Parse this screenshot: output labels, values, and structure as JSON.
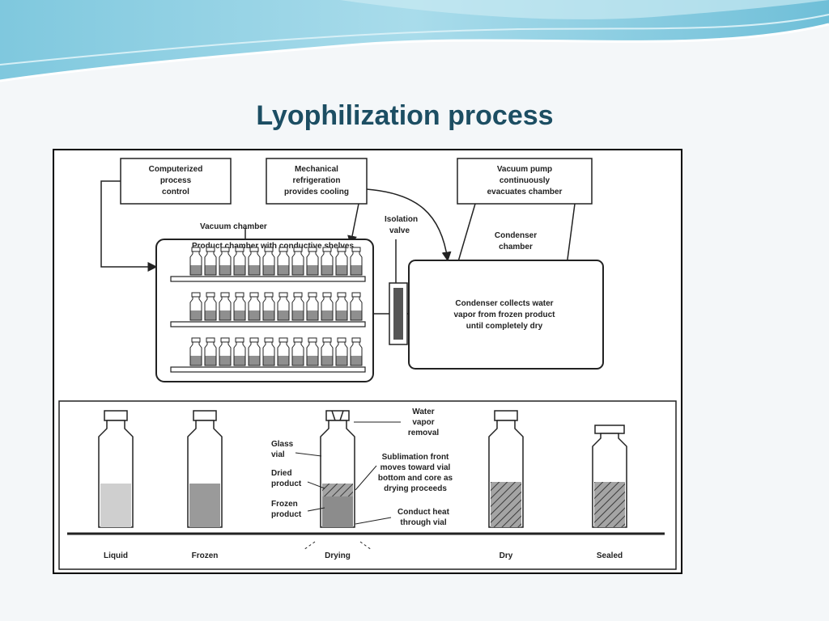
{
  "slide": {
    "title": "Lyophilization process",
    "nav_prev_symbol": "«"
  },
  "diagram": {
    "top_boxes": {
      "computerized": [
        "Computerized",
        "process",
        "control"
      ],
      "refrigeration": [
        "Mechanical",
        "refrigeration",
        "provides cooling"
      ],
      "vacuum_pump": [
        "Vacuum pump",
        "continuously",
        "evacuates chamber"
      ]
    },
    "labels": {
      "vacuum_chamber": "Vacuum chamber",
      "product_chamber": "Product chamber with conductive shelves",
      "isolation_valve": [
        "Isolation",
        "valve"
      ],
      "condenser_chamber": [
        "Condenser",
        "chamber"
      ],
      "condenser_text": [
        "Condenser collects water",
        "vapor from frozen product",
        "until completely dry"
      ]
    },
    "vial_stages": [
      "Liquid",
      "Frozen",
      "Drying",
      "Dry",
      "Sealed"
    ],
    "annotations": {
      "glass_vial": [
        "Glass",
        "vial"
      ],
      "dried_product": [
        "Dried",
        "product"
      ],
      "frozen_product": [
        "Frozen",
        "product"
      ],
      "water_vapor": [
        "Water",
        "vapor",
        "removal"
      ],
      "sublimation": [
        "Sublimation front",
        "moves toward vial",
        "bottom and core as",
        "drying proceeds"
      ],
      "conduct_heat": [
        "Conduct heat",
        "through vial"
      ]
    }
  }
}
